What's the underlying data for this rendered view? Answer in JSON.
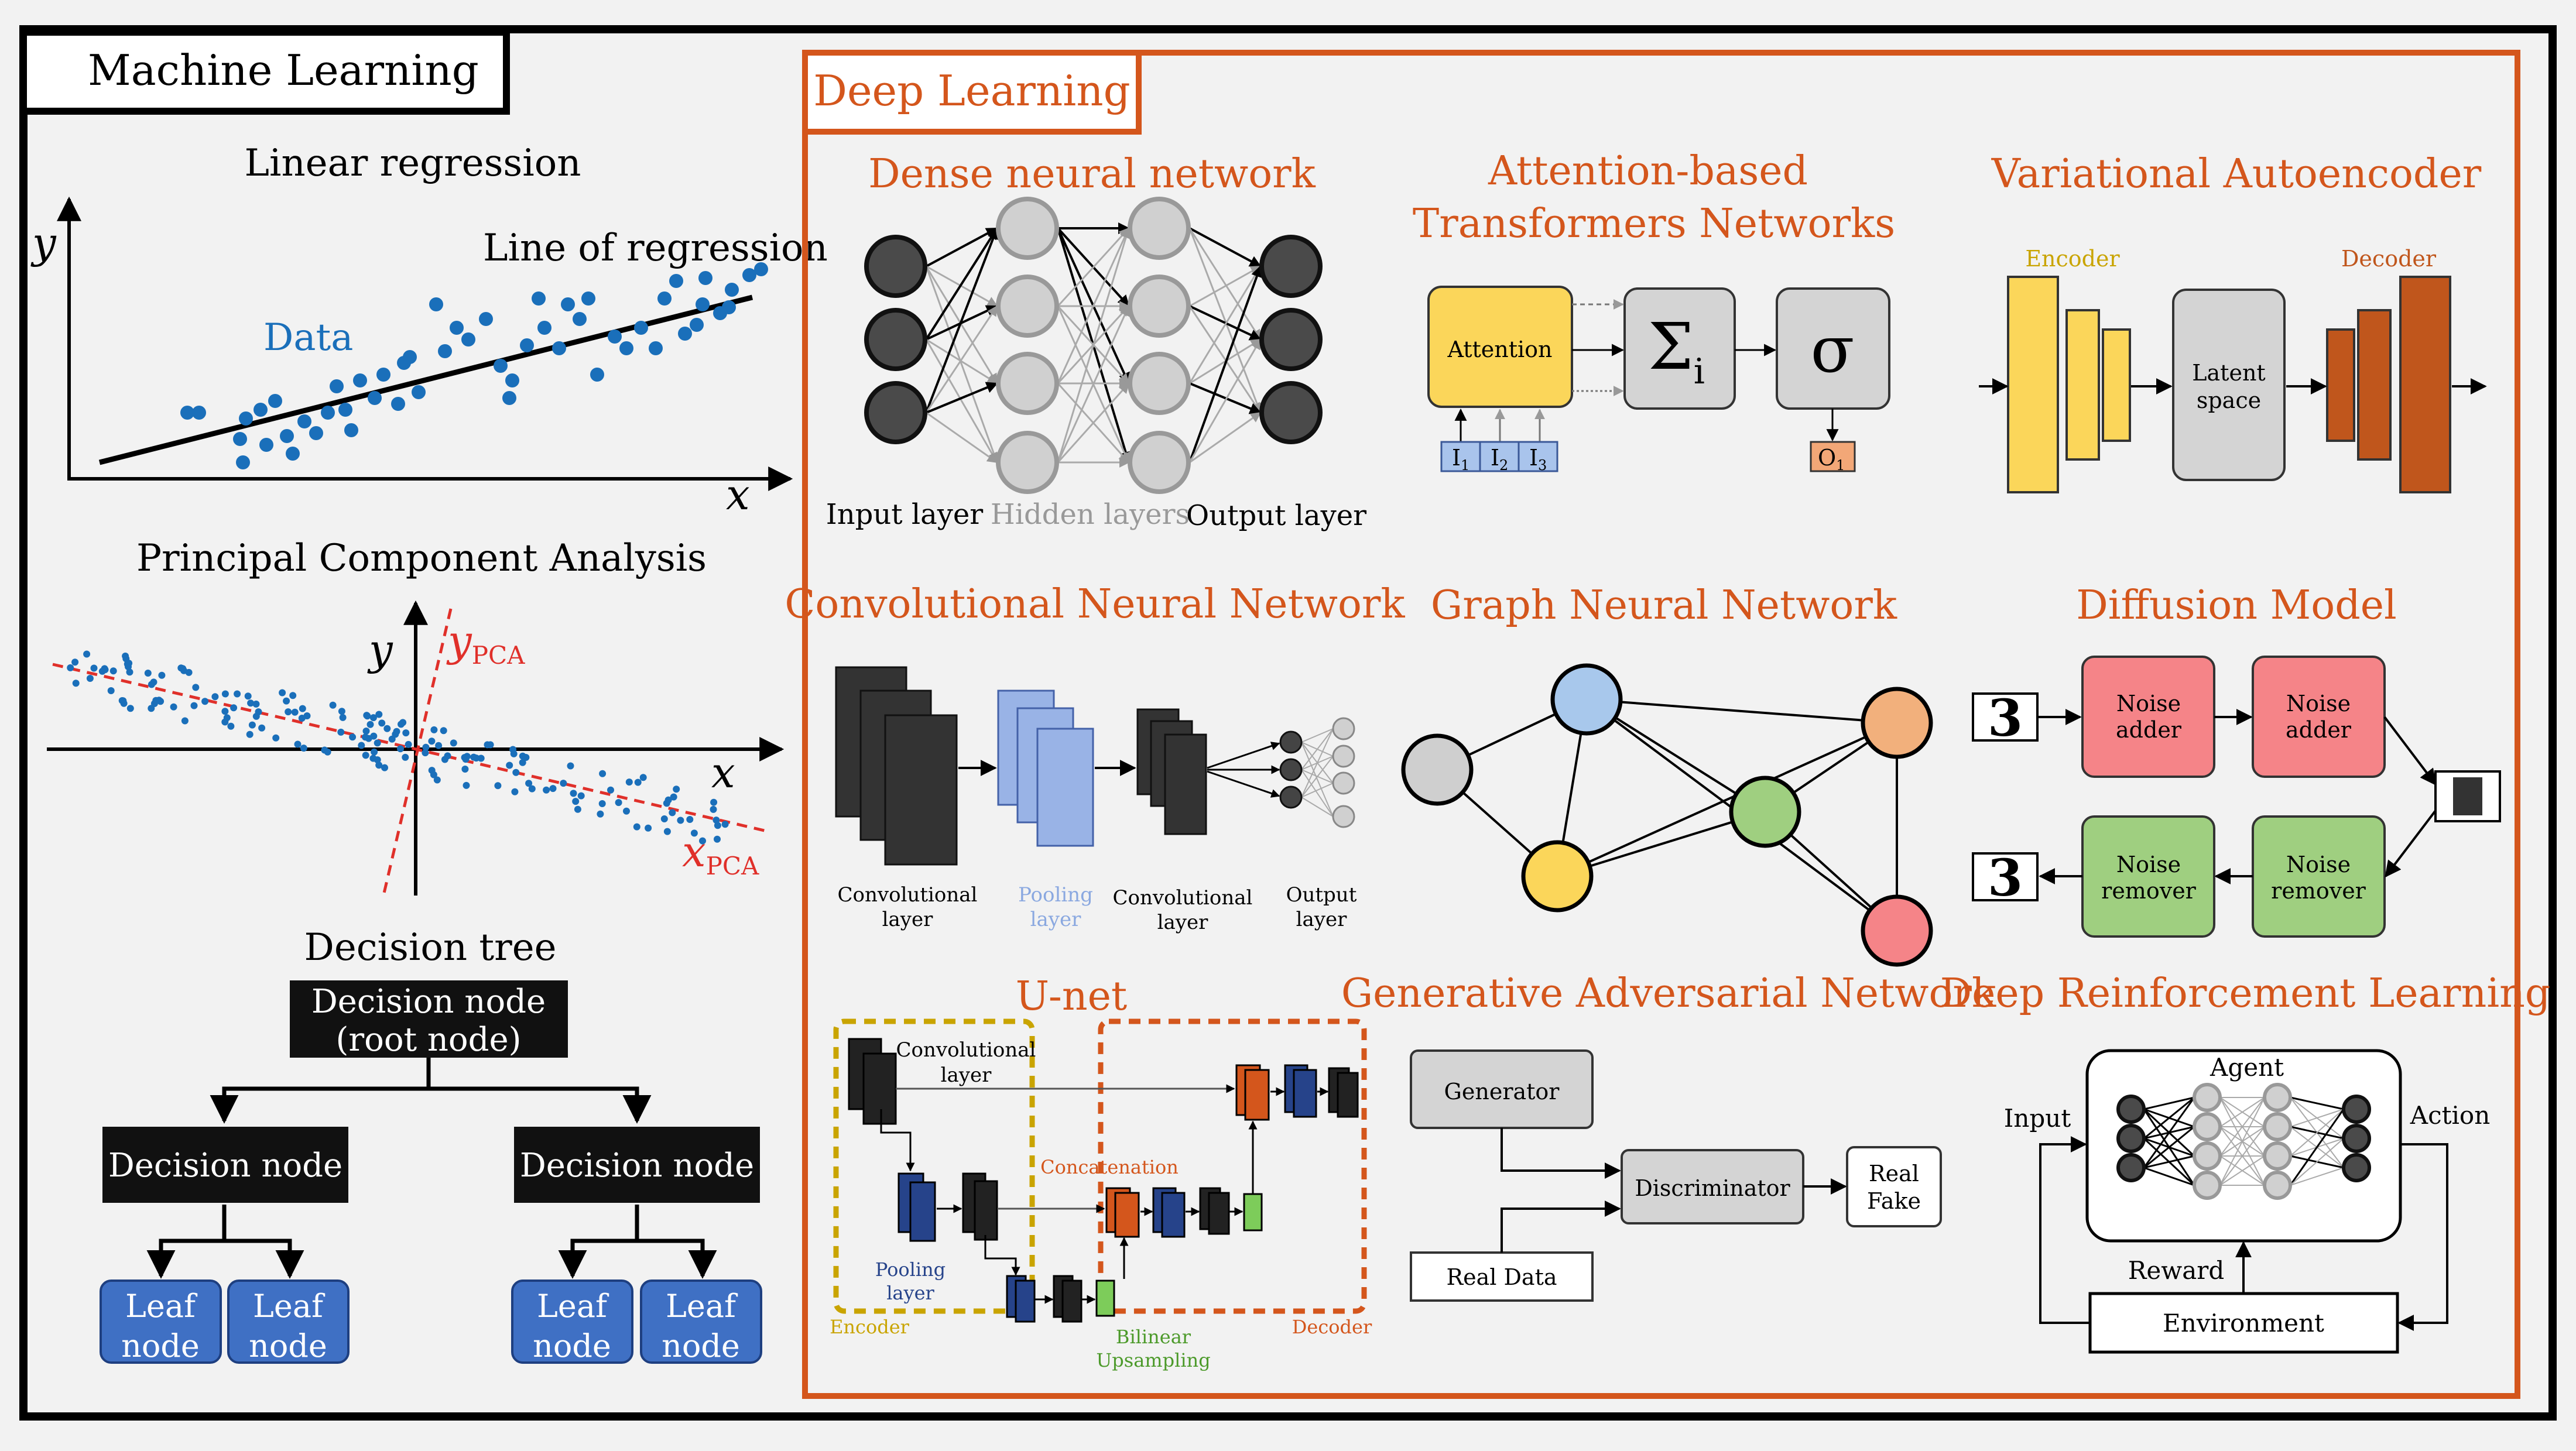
{
  "ml": {
    "header": "Machine Learning",
    "linreg": {
      "title": "Linear regression",
      "y": "y",
      "x": "x",
      "line_label": "Line of regression",
      "data_label": "Data"
    },
    "pca": {
      "title": "Principal Component Analysis",
      "y": "y",
      "x": "x",
      "ypca_main": "y",
      "ypca_sub": "PCA",
      "xpca_main": "x",
      "xpca_sub": "PCA"
    },
    "tree": {
      "title": "Decision tree",
      "root_l1": "Decision node",
      "root_l2": "(root node)",
      "node": "Decision node",
      "leaf_l1": "Leaf",
      "leaf_l2": "node"
    }
  },
  "dl": {
    "header": "Deep Learning",
    "dense": {
      "title": "Dense neural network",
      "input": "Input layer",
      "hidden": "Hidden layers",
      "output": "Output layer"
    },
    "attention": {
      "title_l1": "Attention-based",
      "title_l2": "Transformers Networks",
      "box": "Attention",
      "sum": "Σ",
      "sum_sub": "i",
      "sigma": "σ",
      "in1": "I",
      "in2": "I",
      "in3": "I",
      "in1_sub": "1",
      "in2_sub": "2",
      "in3_sub": "3",
      "out": "O",
      "out_sub": "1"
    },
    "vae": {
      "title": "Variational Autoencoder",
      "encoder": "Encoder",
      "decoder": "Decoder",
      "latent_l1": "Latent",
      "latent_l2": "space"
    },
    "cnn": {
      "title": "Convolutional Neural Network",
      "conv1_l1": "Convolutional",
      "conv1_l2": "layer",
      "pool_l1": "Pooling",
      "pool_l2": "layer",
      "conv2_l1": "Convolutional",
      "conv2_l2": "layer",
      "out_l1": "Output",
      "out_l2": "layer"
    },
    "gnn": {
      "title": "Graph Neural Network"
    },
    "diffusion": {
      "title": "Diffusion Model",
      "adder": "Noise",
      "adder2": "adder",
      "remover": "Noise",
      "remover2": "remover",
      "digit": "3"
    },
    "unet": {
      "title": "U-net",
      "conv_l1": "Convolutional",
      "conv_l2": "layer",
      "concat": "Concatenation",
      "pool_l1": "Pooling",
      "pool_l2": "layer",
      "encoder": "Encoder",
      "decoder": "Decoder",
      "bilinear_l1": "Bilinear",
      "bilinear_l2": "Upsampling"
    },
    "gan": {
      "title": "Generative Adversarial Network",
      "generator": "Generator",
      "discriminator": "Discriminator",
      "real_data": "Real Data",
      "real": "Real",
      "fake": "Fake"
    },
    "drl": {
      "title": "Deep Reinforcement Learning",
      "agent": "Agent",
      "input": "Input",
      "action": "Action",
      "reward": "Reward",
      "environment": "Environment"
    }
  },
  "colors": {
    "orange": "#d4561c",
    "blue_dots": "#1a6fba",
    "leaf_blue": "#3f70c4",
    "red_dash": "#e0302a"
  }
}
